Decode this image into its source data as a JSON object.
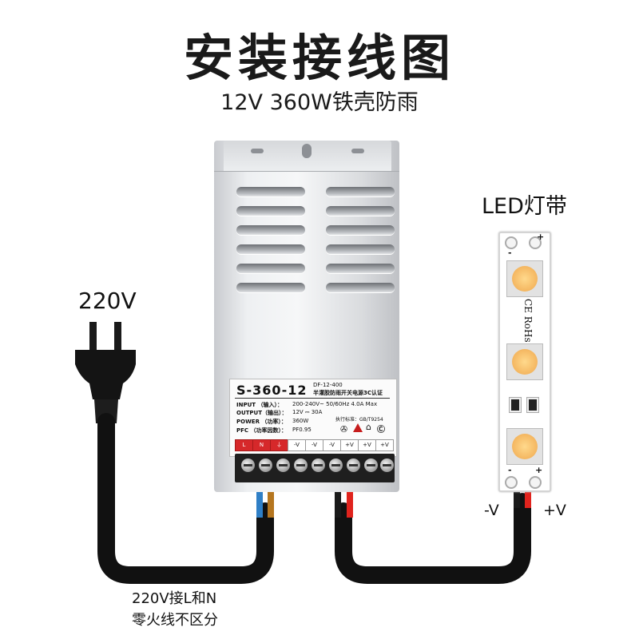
{
  "title": "安装接线图",
  "subtitle": "12V 360W铁壳防雨",
  "labels": {
    "input_voltage": "220V",
    "led_strip": "LED灯带",
    "minus": "-V",
    "plus": "+V",
    "note_line1": "220V接L和N",
    "note_line2": "零火线不区分"
  },
  "nameplate": {
    "model": "S-360-12",
    "code": "DF-12-400",
    "desc": "半灌胶防雨开关电源3C认证",
    "rows": [
      {
        "label": "INPUT （输入）：",
        "value": "200-240V~ 50/60Hz 4.0A Max"
      },
      {
        "label": "OUTPUT（输出）：",
        "value": "12V ⎓ 30A"
      },
      {
        "label": "POWER （功率）：",
        "value": "360W"
      },
      {
        "label": "PFC （功率因数）：",
        "value": "PF0.95"
      }
    ],
    "standard": "执行标准：GB/T9254",
    "terminals": [
      "L",
      "N",
      "⏚",
      "-V",
      "-V",
      "-V",
      "+V",
      "+V",
      "+V"
    ]
  },
  "strip": {
    "marking": "CE RoHs",
    "pad_minus": "-",
    "pad_plus": "+"
  },
  "colors": {
    "cable": "#111111",
    "wire_blue": "#2f7fc6",
    "wire_brown": "#b5761f",
    "wire_red": "#e0231d",
    "wire_black": "#1a1a1a",
    "terminal_red": "#d6282a",
    "led_glow": "#f4b660"
  }
}
